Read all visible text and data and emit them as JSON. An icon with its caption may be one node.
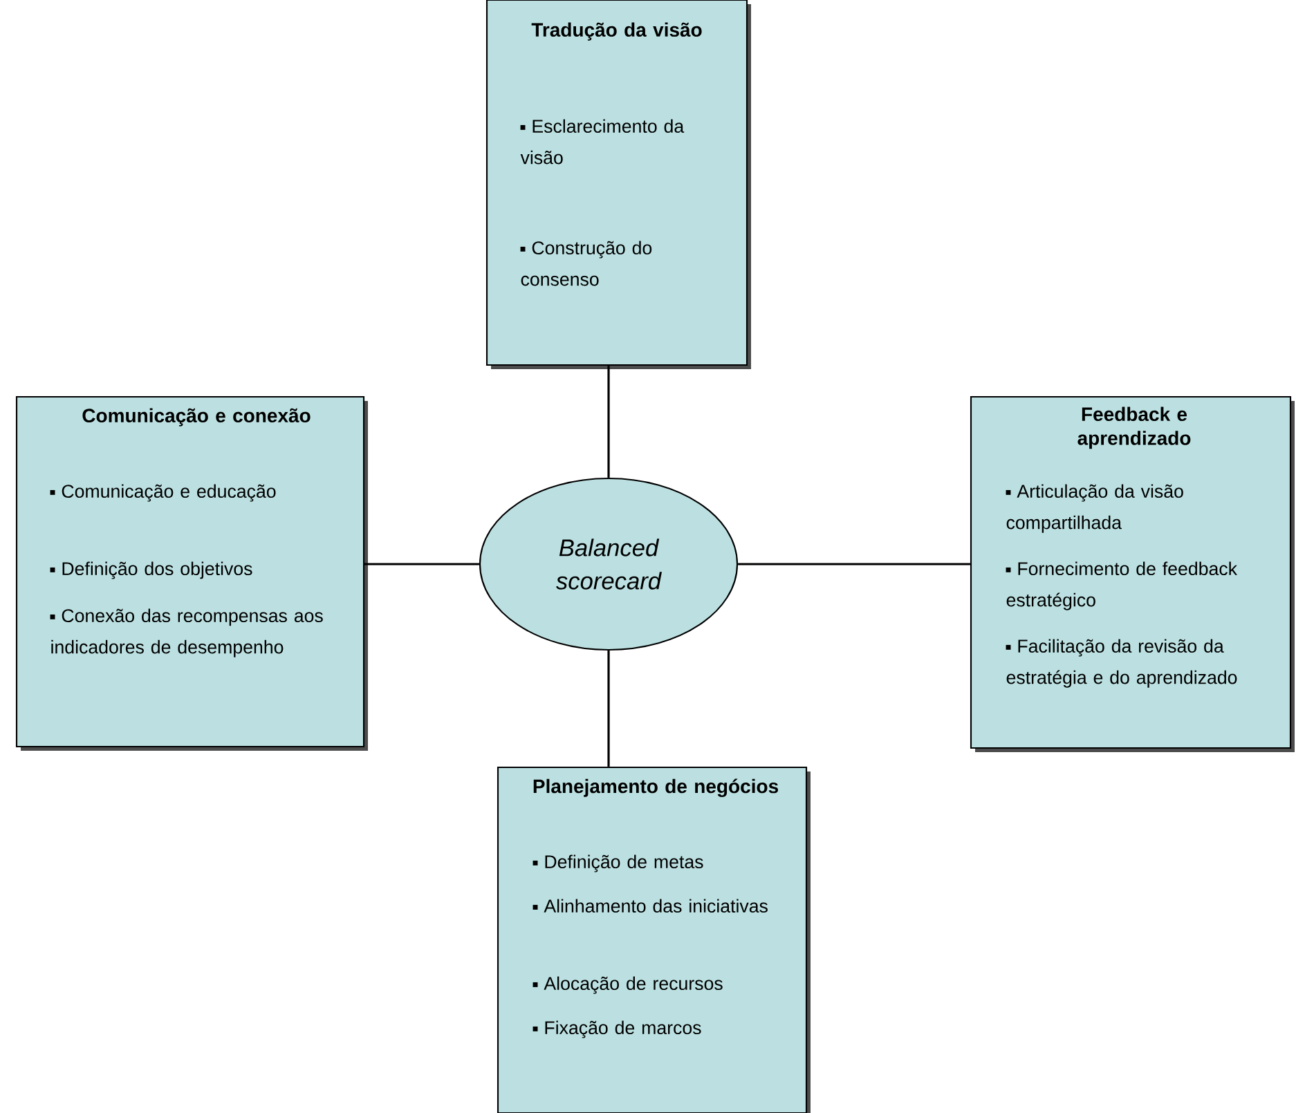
{
  "diagram": {
    "nodes": [
      {
        "text": [
          "Tradução da visão",
          "Esclarecimento da visão",
          "Construção do consenso"
        ]
      },
      {
        "text": [
          "Comunicação e conexão",
          "Comunicação e educação",
          "Definição dos objetivos",
          "Conexão das recompensas aos indicadores de desempenho"
        ]
      },
      {
        "text": [
          "Balanced scorecard"
        ]
      },
      {
        "text": [
          "Feedback e aprendizado",
          "Articulação da visão compartilhada",
          "Fornecimento de feedback estratégico",
          "Facilitação da revisão da estratégia e do aprendizado"
        ]
      },
      {
        "text": [
          "Planejamento de negócios",
          "Definição de metas",
          "Alinhamento das iniciativas",
          "Alocação de recursos",
          "Fixação de marcos"
        ]
      }
    ],
    "edges": [
      {
        "from": 2,
        "to": 0,
        "arrow": "none"
      },
      {
        "from": 2,
        "to": 1,
        "arrow": "none"
      },
      {
        "from": 2,
        "to": 3,
        "arrow": "none"
      },
      {
        "from": 2,
        "to": 4,
        "arrow": "none"
      }
    ]
  }
}
